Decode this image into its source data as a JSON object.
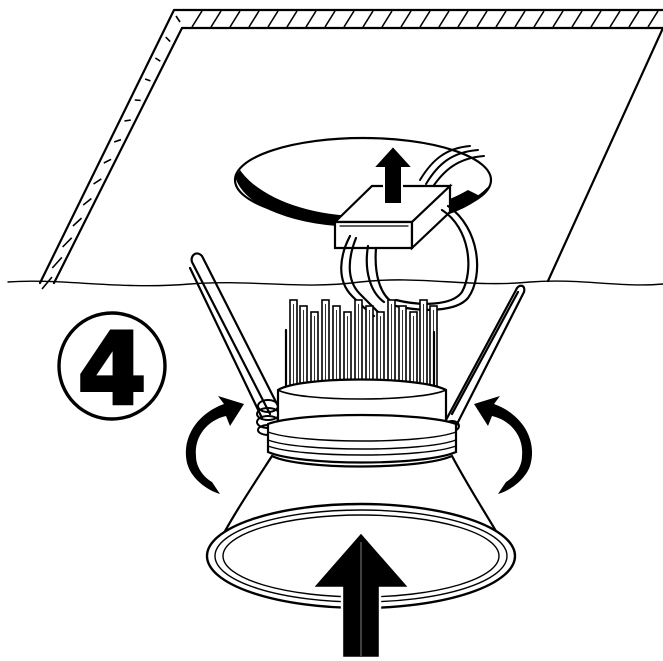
{
  "diagram": {
    "step": {
      "number": "4"
    },
    "colors": {
      "ink": "#000000",
      "paper": "#ffffff"
    },
    "icons": [
      "ceiling-panel",
      "ceiling-cutout",
      "driver-box",
      "push-up-arrow",
      "downlight-fixture",
      "spring-clip",
      "rotate-arrow"
    ]
  }
}
